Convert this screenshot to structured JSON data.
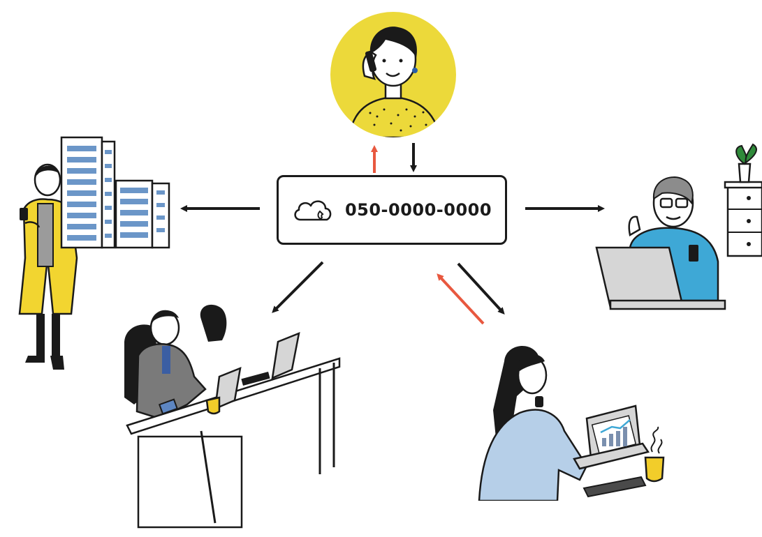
{
  "phone_box": {
    "number": "050-0000-0000",
    "icon": "cloud-phone-icon"
  },
  "colors": {
    "incoming_arrow": "#e8583f",
    "outgoing_arrow": "#1a1a1a",
    "caller_circle": "#ecd93a",
    "yellow_coat": "#f2d530",
    "blue_shirt": "#3ea8d6",
    "light_blue_blouse": "#b6cfe8",
    "coffee_cup": "#f2cd2a",
    "building_windows": "#6b96c8"
  },
  "nodes": [
    {
      "id": "caller",
      "icon": "woman-on-phone-icon"
    },
    {
      "id": "outdoor-worker",
      "icon": "woman-with-smartphone-icon"
    },
    {
      "id": "office-building",
      "icon": "office-building-icon"
    },
    {
      "id": "home-worker",
      "icon": "man-with-laptop-icon"
    },
    {
      "id": "office-desk",
      "icon": "office-desk-worker-icon"
    },
    {
      "id": "laptop-worker",
      "icon": "woman-on-call-with-laptop-icon"
    }
  ]
}
